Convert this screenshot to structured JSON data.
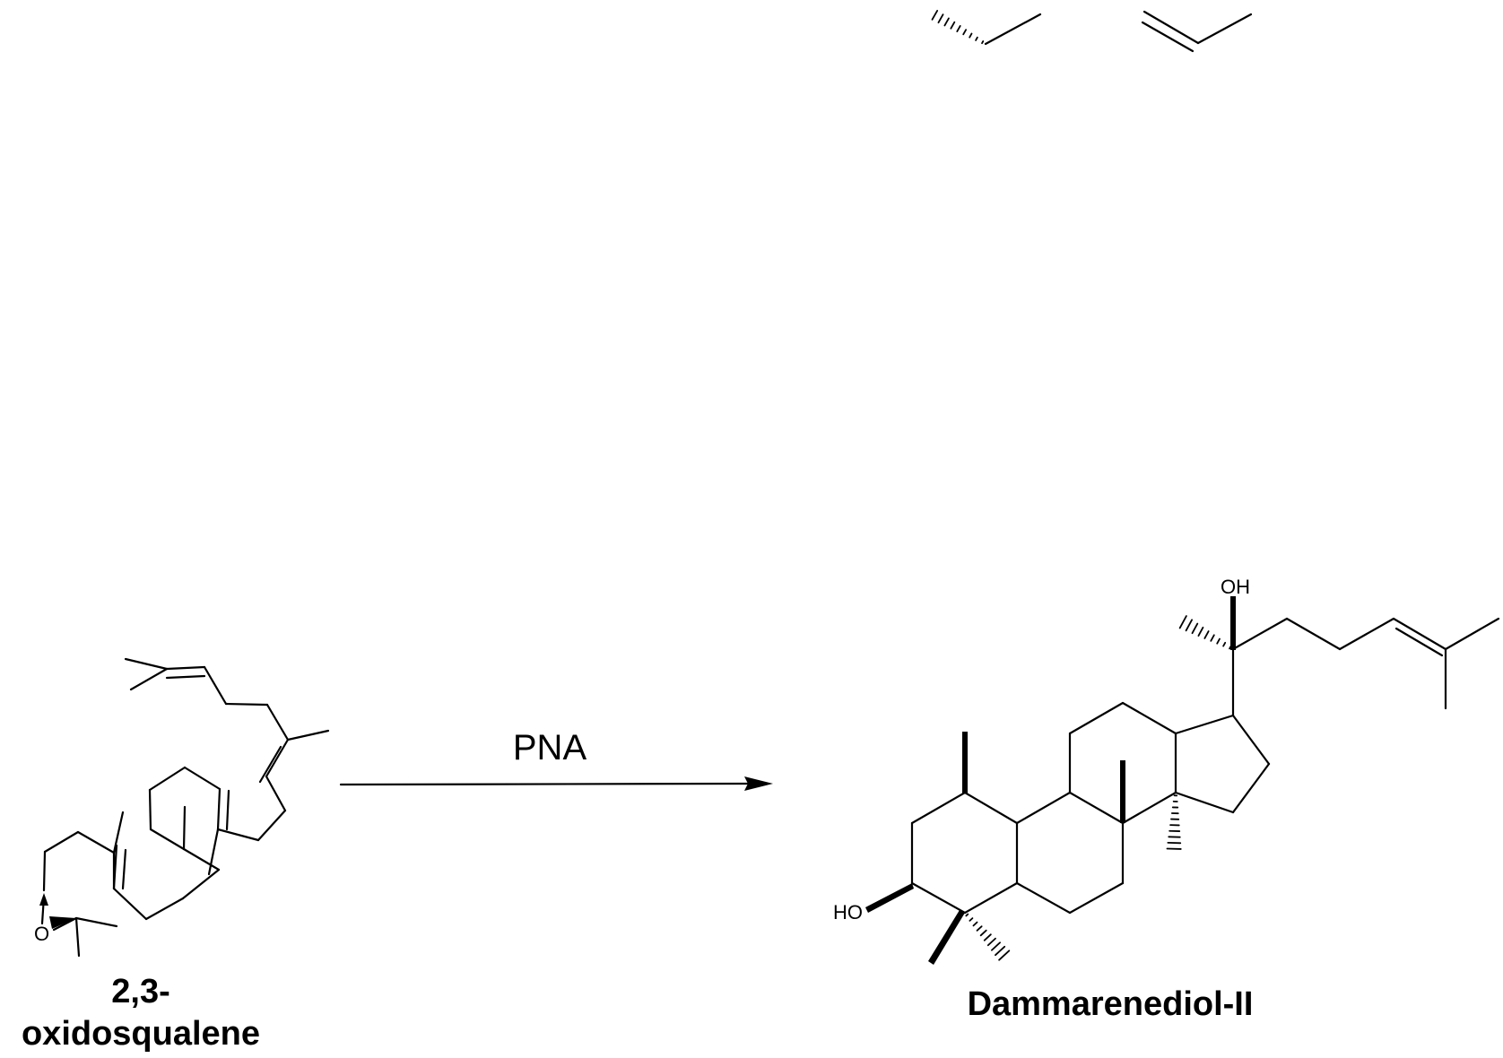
{
  "reaction": {
    "reagent": "PNA",
    "reactant": {
      "name_line1": "2,3-",
      "name_line2": "oxidosqualene",
      "oxygen": "O"
    },
    "product": {
      "name": "Dammarenediol-II",
      "hydroxyl_a": "HO",
      "hydroxyl_b": "OH"
    }
  }
}
